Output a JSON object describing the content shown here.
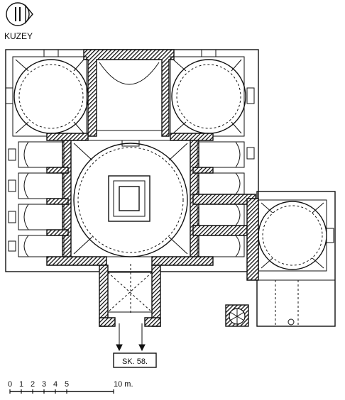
{
  "north_label": "KUZEY",
  "figure_label": "SK. 58.",
  "scale": {
    "ticks": [
      "0",
      "1",
      "2",
      "3",
      "4",
      "5"
    ],
    "end_label": "10 m."
  }
}
